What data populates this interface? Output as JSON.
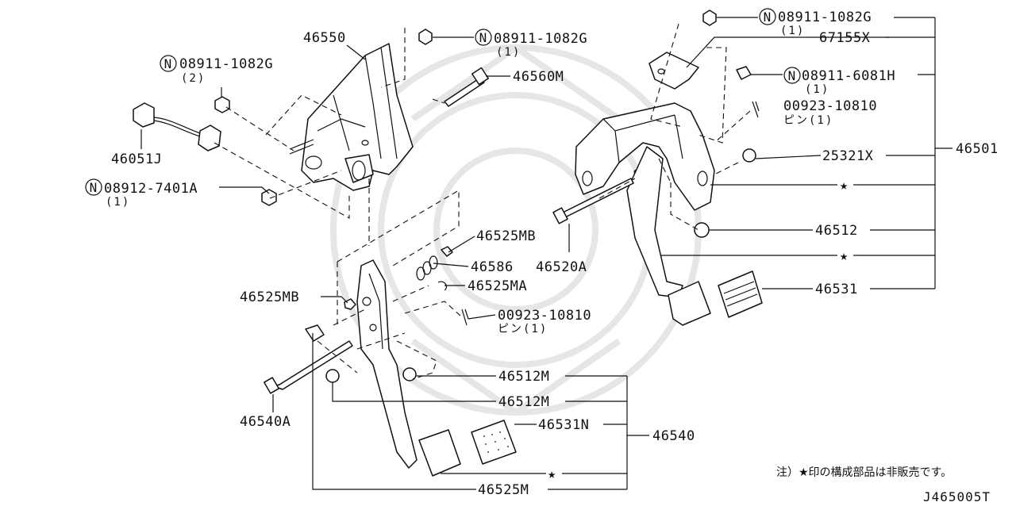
{
  "diagram_code": "J465005T",
  "note": "注）★印の構成部品は非販売です。",
  "star_symbol": "★",
  "nut_symbol": "N",
  "labels": {
    "p46550": "46550",
    "p08911_1082G_a": "08911-1082G",
    "p08911_1082G_a_qty": "(1)",
    "p08911_1082G_b": "08911-1082G",
    "p08911_1082G_b_qty": "(2)",
    "p46560M": "46560M",
    "p46051J": "46051J",
    "p08912_7401A": "08912-7401A",
    "p08912_7401A_qty": "(1)",
    "p08911_1082G_c": "08911-1082G",
    "p08911_1082G_c_qty": "(1)",
    "p67155X": "67155X",
    "p08911_6081H": "08911-6081H",
    "p08911_6081H_qty": "(1)",
    "p00923_10810_a": "00923-10810",
    "p00923_10810_a_sub": "ピン(1)",
    "p25321X": "25321X",
    "p46501": "46501",
    "p46512": "46512",
    "p46531": "46531",
    "p46525MB_a": "46525MB",
    "p46586": "46586",
    "p46520A": "46520A",
    "p46525MA": "46525MA",
    "p46525MB_b": "46525MB",
    "p00923_10810_b": "00923-10810",
    "p00923_10810_b_sub": "ピン(1)",
    "p46512M_a": "46512M",
    "p46512M_b": "46512M",
    "p46531N": "46531N",
    "p46540": "46540",
    "p46540A": "46540A",
    "p46525M": "46525M"
  }
}
